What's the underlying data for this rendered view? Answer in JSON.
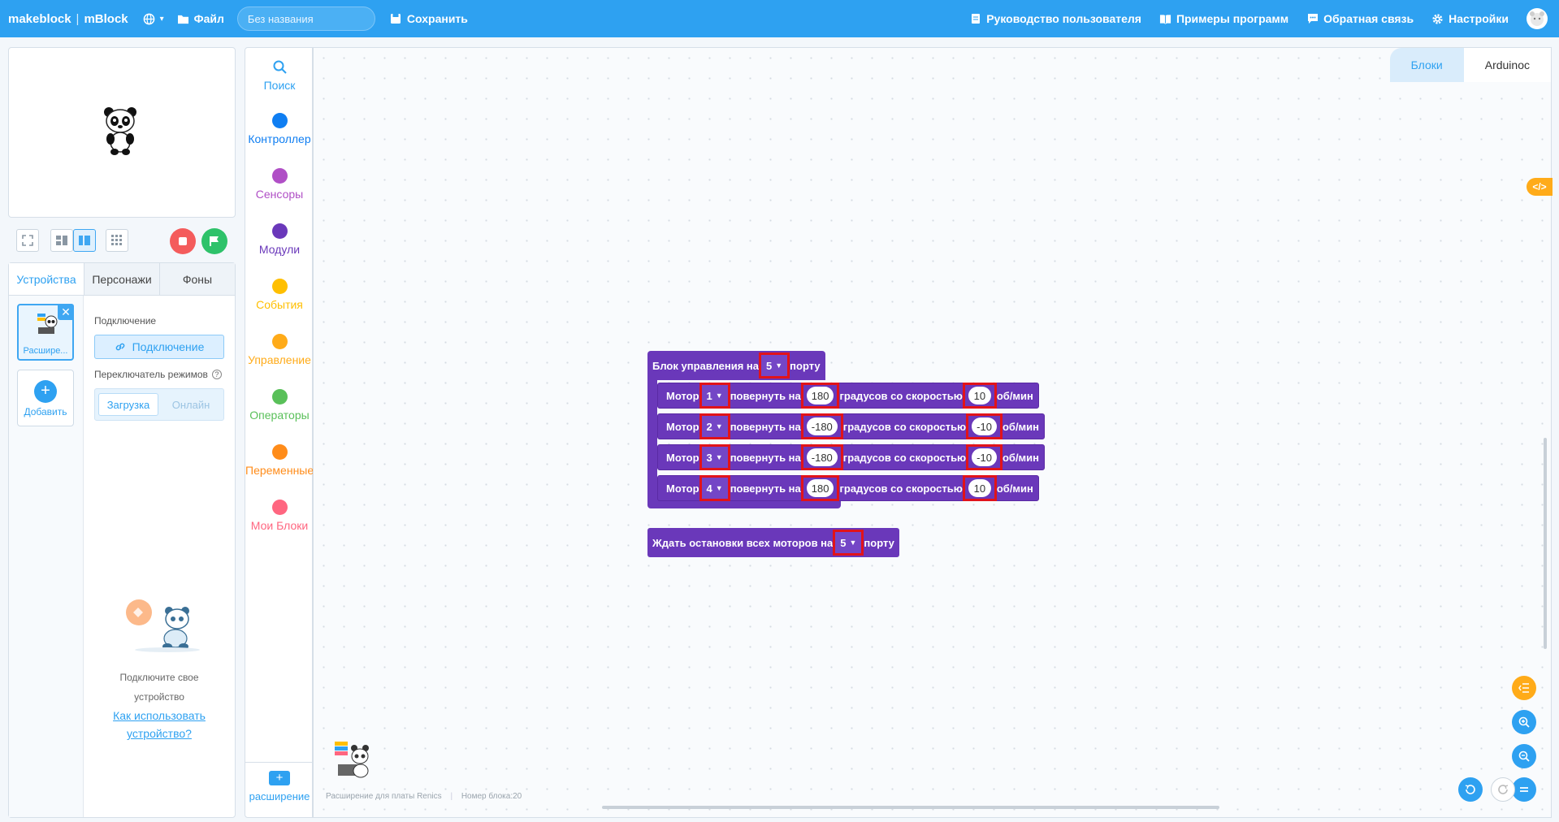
{
  "app": {
    "brand_left": "makeblock",
    "brand_right": "mBlock",
    "file_label": "Файл",
    "project_placeholder": "Без названия",
    "save_label": "Сохранить",
    "guide_label": "Руководство пользователя",
    "examples_label": "Примеры программ",
    "feedback_label": "Обратная связь",
    "settings_label": "Настройки"
  },
  "left": {
    "tabs": [
      "Устройства",
      "Персонажи",
      "Фоны"
    ],
    "device_name": "Расшире...",
    "add_label": "Добавить",
    "connection_heading": "Подключение",
    "connect_button": "Подключение",
    "mode_heading": "Переключатель режимов",
    "mode_upload": "Загрузка",
    "mode_live": "Онлайн",
    "empty_line1": "Подключите свое",
    "empty_line2": "устройство",
    "empty_link1": "Как использовать",
    "empty_link2": "устройство?"
  },
  "categories": [
    {
      "label": "Поиск",
      "color": "#2ea1f1"
    },
    {
      "label": "Контроллер",
      "color": "#0f7ef2"
    },
    {
      "label": "Сенсоры",
      "color": "#b04fc6"
    },
    {
      "label": "Модули",
      "color": "#6a38ba"
    },
    {
      "label": "События",
      "color": "#ffbf00"
    },
    {
      "label": "Управление",
      "color": "#ffab19"
    },
    {
      "label": "Операторы",
      "color": "#59c059"
    },
    {
      "label": "Переменные",
      "color": "#ff8c1a"
    },
    {
      "label": "Мои Блоки",
      "color": "#ff6680"
    }
  ],
  "extension_label": "расширение",
  "workspace": {
    "tab_blocks": "Блоки",
    "tab_code": "Arduinoc",
    "code_toggle": "</>",
    "footer_ext": "Расширение для платы Renics",
    "footer_block": "Номер блока:20"
  },
  "blocks": {
    "header_pre": "Блок управления на",
    "header_port": "5",
    "header_post": "порту",
    "motor_word": "Мотор",
    "turn_word": "повернуть на",
    "deg_word": "градусов со скоростью",
    "unit_word": "об/мин",
    "rows": [
      {
        "motor": "1",
        "angle": "180",
        "speed": "10"
      },
      {
        "motor": "2",
        "angle": "-180",
        "speed": "-10"
      },
      {
        "motor": "3",
        "angle": "-180",
        "speed": "-10"
      },
      {
        "motor": "4",
        "angle": "180",
        "speed": "10"
      }
    ],
    "wait_pre": "Ждать остановки всех моторов на",
    "wait_port": "5",
    "wait_post": "порту"
  },
  "colors": {
    "accent": "#2ea1f1",
    "block": "#6a38ba",
    "highlight": "#e1131a",
    "stop": "#f45c5c",
    "go": "#2ec26a"
  }
}
